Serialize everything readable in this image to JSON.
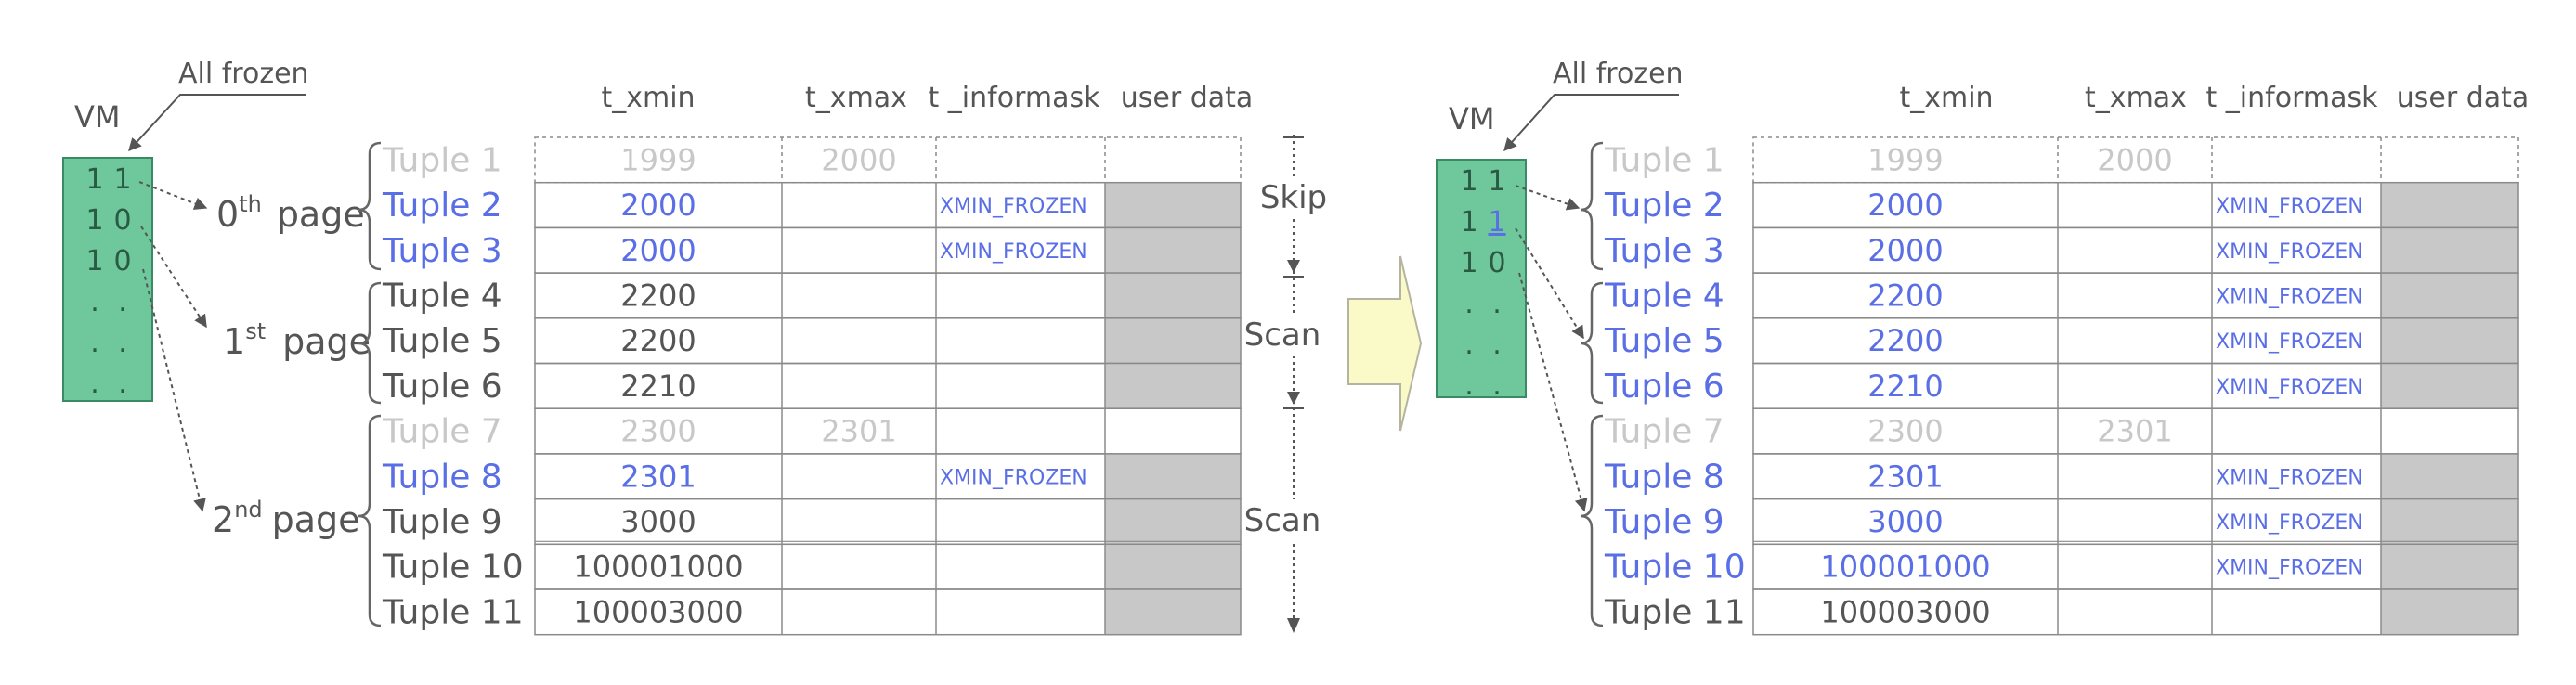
{
  "colors": {
    "text": "#555555",
    "faded": "#c8c8c8",
    "frozen": "#5a6ee6",
    "vm_fill": "#6ec89c",
    "vm_border": "#3a8a64",
    "shade": "#c8c8c8",
    "grid": "#8a8a8a",
    "arrow_fill": "#fafac8",
    "arrow_stroke": "#b4b4a0"
  },
  "headers": {
    "t_xmin": "t_xmin",
    "t_xmax": "t_xmax",
    "t_infomask": "t _informask",
    "user_data": "user data"
  },
  "vm": {
    "label": "VM",
    "callout": "All frozen"
  },
  "pages": {
    "p0": {
      "num": "0",
      "sup": "th",
      "word": "page"
    },
    "p1": {
      "num": "1",
      "sup": "st",
      "word": "page"
    },
    "p2": {
      "num": "2",
      "sup": "nd",
      "word": "page"
    }
  },
  "scan_labels": {
    "skip": "Skip",
    "scan1": "Scan",
    "scan2": "Scan"
  },
  "before": {
    "vm_bits": [
      [
        "1",
        "1"
      ],
      [
        "1",
        "0"
      ],
      [
        "1",
        "0"
      ],
      [
        ".",
        "."
      ],
      [
        ".",
        "."
      ],
      [
        ".",
        "."
      ]
    ],
    "tuples": [
      {
        "name": "Tuple 1",
        "xmin": "1999",
        "xmax": "2000",
        "mask": "",
        "state": "dead",
        "shaded": false
      },
      {
        "name": "Tuple 2",
        "xmin": "2000",
        "xmax": "",
        "mask": "XMIN_FROZEN",
        "state": "frozen",
        "shaded": true
      },
      {
        "name": "Tuple 3",
        "xmin": "2000",
        "xmax": "",
        "mask": "XMIN_FROZEN",
        "state": "frozen",
        "shaded": true
      },
      {
        "name": "Tuple 4",
        "xmin": "2200",
        "xmax": "",
        "mask": "",
        "state": "normal",
        "shaded": true
      },
      {
        "name": "Tuple 5",
        "xmin": "2200",
        "xmax": "",
        "mask": "",
        "state": "normal",
        "shaded": true
      },
      {
        "name": "Tuple 6",
        "xmin": "2210",
        "xmax": "",
        "mask": "",
        "state": "normal",
        "shaded": true
      },
      {
        "name": "Tuple 7",
        "xmin": "2300",
        "xmax": "2301",
        "mask": "",
        "state": "dead",
        "shaded": false
      },
      {
        "name": "Tuple 8",
        "xmin": "2301",
        "xmax": "",
        "mask": "XMIN_FROZEN",
        "state": "frozen",
        "shaded": true
      },
      {
        "name": "Tuple 9",
        "xmin": "3000",
        "xmax": "",
        "mask": "",
        "state": "normal",
        "shaded": true
      },
      {
        "name": "Tuple 10",
        "xmin": "100001000",
        "xmax": "",
        "mask": "",
        "state": "normal",
        "shaded": true
      },
      {
        "name": "Tuple 11",
        "xmin": "100003000",
        "xmax": "",
        "mask": "",
        "state": "normal",
        "shaded": true
      }
    ]
  },
  "after": {
    "vm_bits": [
      [
        "1",
        "1"
      ],
      [
        "1",
        "1"
      ],
      [
        "1",
        "0"
      ],
      [
        ".",
        "."
      ],
      [
        ".",
        "."
      ],
      [
        ".",
        "."
      ]
    ],
    "tuples": [
      {
        "name": "Tuple 1",
        "xmin": "1999",
        "xmax": "2000",
        "mask": "",
        "state": "dead",
        "shaded": false
      },
      {
        "name": "Tuple 2",
        "xmin": "2000",
        "xmax": "",
        "mask": "XMIN_FROZEN",
        "state": "frozen",
        "shaded": true
      },
      {
        "name": "Tuple 3",
        "xmin": "2000",
        "xmax": "",
        "mask": "XMIN_FROZEN",
        "state": "frozen",
        "shaded": true
      },
      {
        "name": "Tuple 4",
        "xmin": "2200",
        "xmax": "",
        "mask": "XMIN_FROZEN",
        "state": "frozen",
        "shaded": true
      },
      {
        "name": "Tuple 5",
        "xmin": "2200",
        "xmax": "",
        "mask": "XMIN_FROZEN",
        "state": "frozen",
        "shaded": true
      },
      {
        "name": "Tuple 6",
        "xmin": "2210",
        "xmax": "",
        "mask": "XMIN_FROZEN",
        "state": "frozen",
        "shaded": true
      },
      {
        "name": "Tuple 7",
        "xmin": "2300",
        "xmax": "2301",
        "mask": "",
        "state": "dead",
        "shaded": false
      },
      {
        "name": "Tuple 8",
        "xmin": "2301",
        "xmax": "",
        "mask": "XMIN_FROZEN",
        "state": "frozen",
        "shaded": true
      },
      {
        "name": "Tuple 9",
        "xmin": "3000",
        "xmax": "",
        "mask": "XMIN_FROZEN",
        "state": "frozen",
        "shaded": true
      },
      {
        "name": "Tuple 10",
        "xmin": "100001000",
        "xmax": "",
        "mask": "XMIN_FROZEN",
        "state": "frozen",
        "shaded": true
      },
      {
        "name": "Tuple 11",
        "xmin": "100003000",
        "xmax": "",
        "mask": "",
        "state": "normal",
        "shaded": true
      }
    ]
  }
}
